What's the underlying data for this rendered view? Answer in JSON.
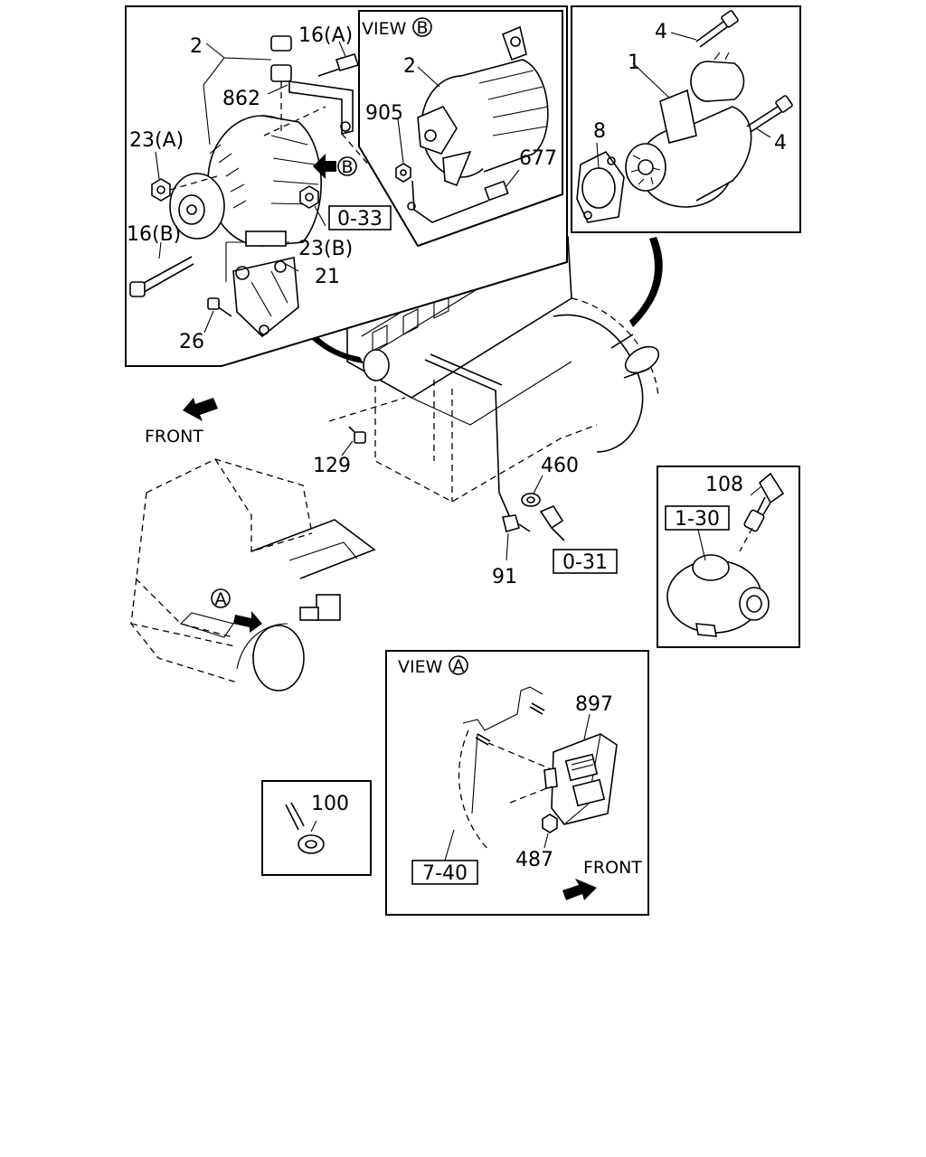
{
  "callouts": {
    "alt_2": "2",
    "bolt_16a": "16(A)",
    "cap_862": "862",
    "nut_23a": "23(A)",
    "arrow_b": "B",
    "ref_0_33": "0-33",
    "bolt_16b": "16(B)",
    "nut_23b": "23(B)",
    "bracket_21": "21",
    "bolt_26": "26",
    "view_b_label": "VIEW",
    "view_b_letter": "B",
    "view_b_alt_2": "2",
    "nut_905": "905",
    "harness_677": "677",
    "starter_1": "1",
    "bolt_4_top": "4",
    "bolt_4_right": "4",
    "gasket_8": "8",
    "front_top": "FRONT",
    "bolt_129": "129",
    "washer_460": "460",
    "switch_91": "91",
    "ref_0_31": "0-31",
    "sensor_108": "108",
    "ref_1_30": "1-30",
    "truck_arrow_a": "A",
    "view_a_label": "VIEW",
    "view_a_letter": "A",
    "module_897": "897",
    "nut_487": "487",
    "ref_7_40": "7-40",
    "front_bottom": "FRONT",
    "clip_100": "100"
  }
}
